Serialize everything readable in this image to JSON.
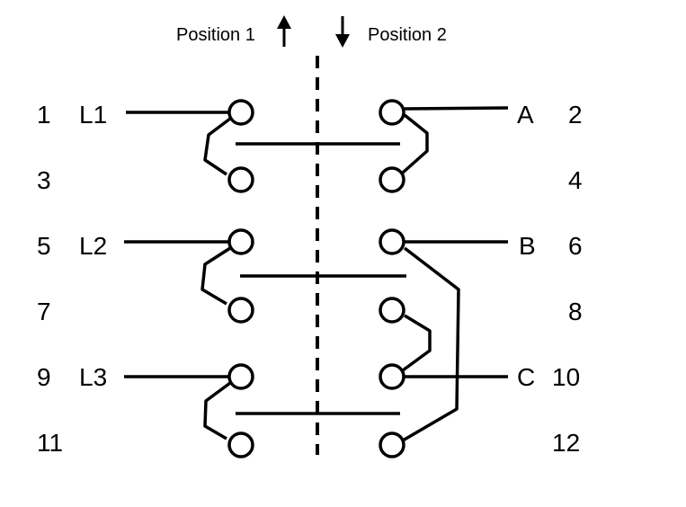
{
  "header": {
    "position_1_label": "Position 1",
    "position_2_label": "Position 2"
  },
  "terminals": {
    "left_numbers": [
      "1",
      "3",
      "5",
      "7",
      "9",
      "11"
    ],
    "right_numbers": [
      "2",
      "4",
      "6",
      "8",
      "10",
      "12"
    ],
    "left_lines": [
      "L1",
      "L2",
      "L3"
    ],
    "right_outputs": [
      "A",
      "B",
      "C"
    ]
  },
  "colors": {
    "line": "#000000",
    "background": "#ffffff"
  }
}
